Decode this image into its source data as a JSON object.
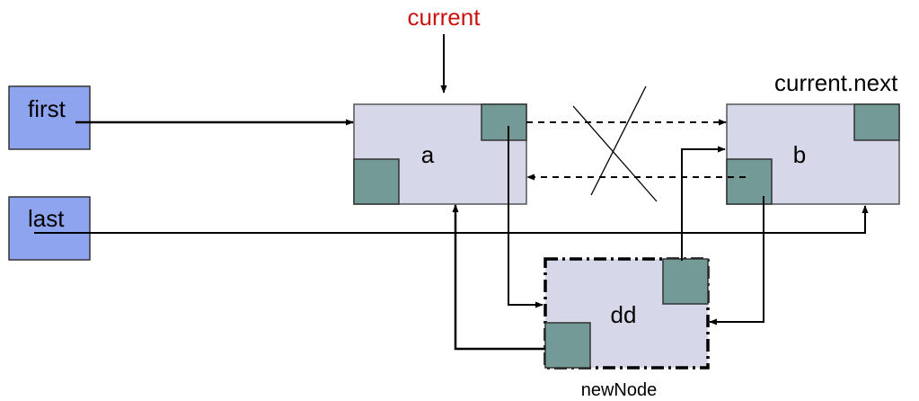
{
  "labels": {
    "current": "current",
    "current_next": "current.next",
    "first": "first",
    "last": "last",
    "node_a": "a",
    "node_b": "b",
    "node_dd": "dd",
    "new_node": "newNode"
  },
  "colors": {
    "pointer_box": "#8fa4ee",
    "node_fill": "#d7d7ea",
    "link_cell": "#749a97",
    "current_label": "#cc1111",
    "ink": "#000000"
  }
}
